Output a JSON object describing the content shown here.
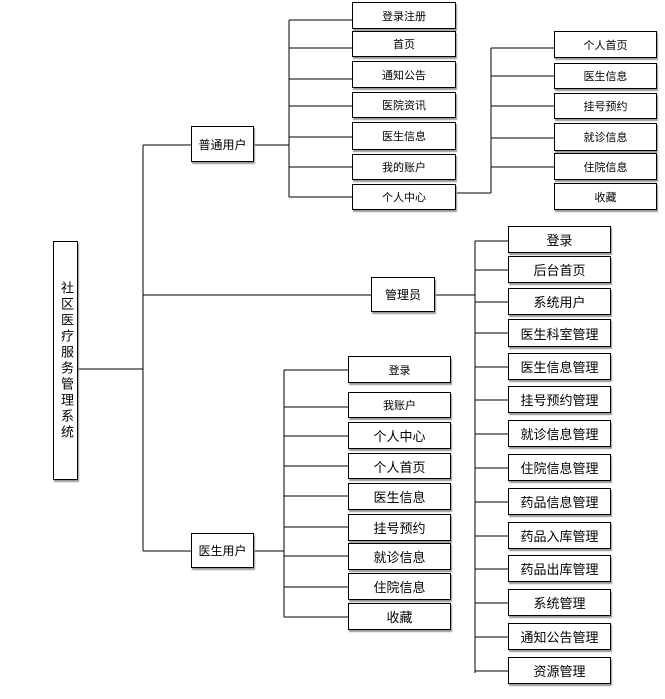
{
  "root": "社区医疗服务管理系统",
  "ordinary_user": {
    "label": "普通用户",
    "items": [
      "登录注册",
      "首页",
      "通知公告",
      "医院资讯",
      "医生信息",
      "我的账户",
      "个人中心"
    ],
    "personal_center": [
      "个人首页",
      "医生信息",
      "挂号预约",
      "就诊信息",
      "住院信息",
      "收藏"
    ]
  },
  "admin": {
    "label": "管理员",
    "items": [
      "登录",
      "后台首页",
      "系统用户",
      "医生科室管理",
      "医生信息管理",
      "挂号预约管理",
      "就诊信息管理",
      "住院信息管理",
      "药品信息管理",
      "药品入库管理",
      "药品出库管理",
      "系统管理",
      "通知公告管理",
      "资源管理"
    ]
  },
  "doctor_user": {
    "label": "医生用户",
    "items": [
      "登录",
      "我账户",
      "个人中心",
      "个人首页",
      "医生信息",
      "挂号预约",
      "就诊信息",
      "住院信息",
      "收藏"
    ]
  }
}
